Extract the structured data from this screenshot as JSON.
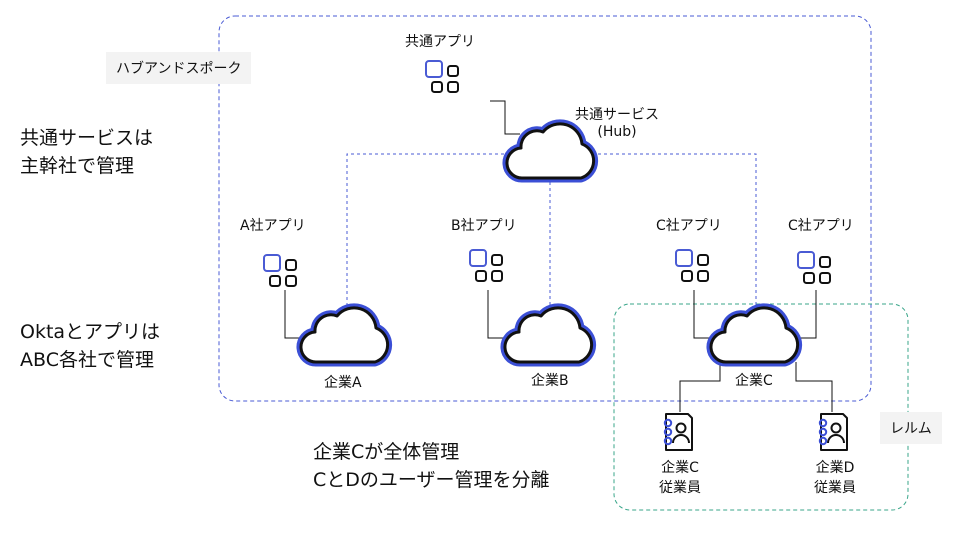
{
  "hub_spoke_label": "ハブアンドスポーク",
  "realm_label": "レルム",
  "left_notes": {
    "top": "共通サービスは\n主幹社で管理",
    "bottom": "Oktaとアプリは\nABC各社で管理"
  },
  "bottom_note": "企業Cが全体管理\nCとDのユーザー管理を分離",
  "common_app_label": "共通アプリ",
  "hub_label_line1": "共通サービス",
  "hub_label_line2": "(Hub)",
  "apps": [
    {
      "label": "A社アプリ"
    },
    {
      "label": "B社アプリ"
    },
    {
      "label": "C社アプリ"
    },
    {
      "label": "C社アプリ"
    }
  ],
  "companies": [
    {
      "label": "企業A"
    },
    {
      "label": "企業B"
    },
    {
      "label": "企業C"
    }
  ],
  "employees": [
    {
      "line1": "企業C",
      "line2": "従業員"
    },
    {
      "line1": "企業D",
      "line2": "従業員"
    }
  ],
  "colors": {
    "hub_border": "#4a5bd4",
    "realm_border": "#3aa68a",
    "cloud_accent": "#3b4fd6",
    "icon_square": "#4a5bd4",
    "line": "#111111"
  }
}
